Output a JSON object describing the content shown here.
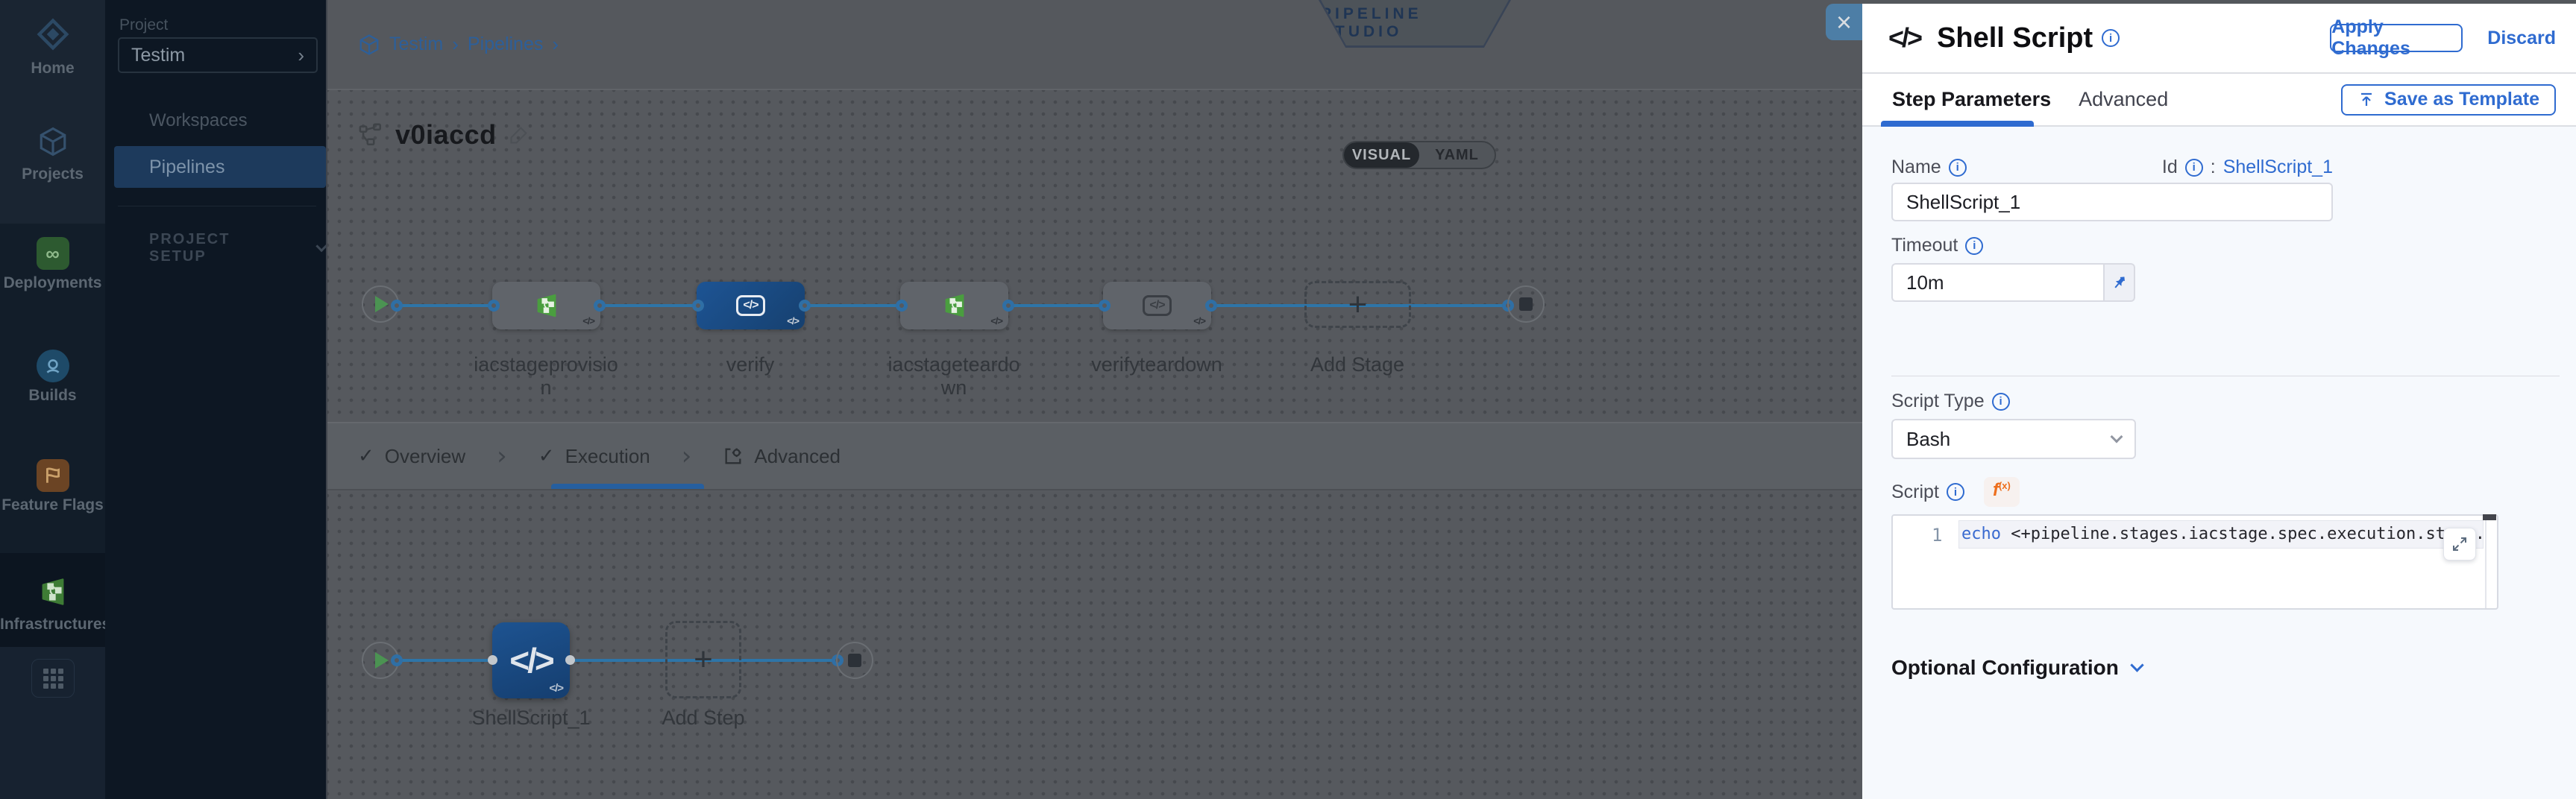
{
  "colors": {
    "accent": "#2f6bd0",
    "flow_line": "#2e75a8",
    "stage_green": "#4a9e3f",
    "selected_blue": "#1d5494",
    "close_btn": "#4d7ea6"
  },
  "sidebar_primary": {
    "items": [
      {
        "label": "Home"
      },
      {
        "label": "Projects"
      },
      {
        "label": "Deployments"
      },
      {
        "label": "Builds"
      },
      {
        "label": "Feature Flags"
      },
      {
        "label": "Infrastructures"
      }
    ]
  },
  "sidebar_project": {
    "section_label": "Project",
    "project_name": "Testim",
    "workspaces": "Workspaces",
    "pipelines": "Pipelines",
    "setup_label": "PROJECT SETUP"
  },
  "header": {
    "breadcrumb_project": "Testim",
    "breadcrumb_pipelines": "Pipelines",
    "crumb_sep": "›",
    "studio_badge": "PIPELINE STUDIO",
    "pipeline_name": "v0iaccd",
    "visual": "VISUAL",
    "yaml": "YAML"
  },
  "stages": [
    {
      "lines": [
        "iacstageprovisio",
        "n"
      ]
    },
    {
      "lines": [
        "verify",
        ""
      ]
    },
    {
      "lines": [
        "iacstageteardo",
        "wn"
      ]
    },
    {
      "lines": [
        "verifyteardown",
        ""
      ]
    }
  ],
  "flow": {
    "add_stage": "Add Stage",
    "add_step": "Add Step",
    "step_label": "ShellScript_1",
    "stage_code_badge": "</>",
    "step_icon": "</>"
  },
  "tabs": {
    "overview": "Overview",
    "execution": "Execution",
    "advanced": "Advanced",
    "check": "✓",
    "sep": "›"
  },
  "close_label": "×",
  "panel": {
    "title_icon": "</>",
    "title": "Shell Script",
    "apply": "Apply Changes",
    "discard": "Discard",
    "tab_step_parameters": "Step Parameters",
    "tab_advanced": "Advanced",
    "save_as_template": "Save as Template",
    "name_label": "Name",
    "name_value": "ShellScript_1",
    "id_label": "Id",
    "id_sep": ":",
    "id_value": "ShellScript_1",
    "timeout_label": "Timeout",
    "timeout_value": "10m",
    "script_type_label": "Script Type",
    "script_type_value": "Bash",
    "script_label": "Script",
    "fx": "f",
    "fx_sub": "(x)",
    "line_number": "1",
    "code_keyword": "echo",
    "code_rest": " <+pipeline.stages.iacstage.spec.execution.steps.appl",
    "optional_config": "Optional Configuration",
    "info_glyph": "i"
  }
}
